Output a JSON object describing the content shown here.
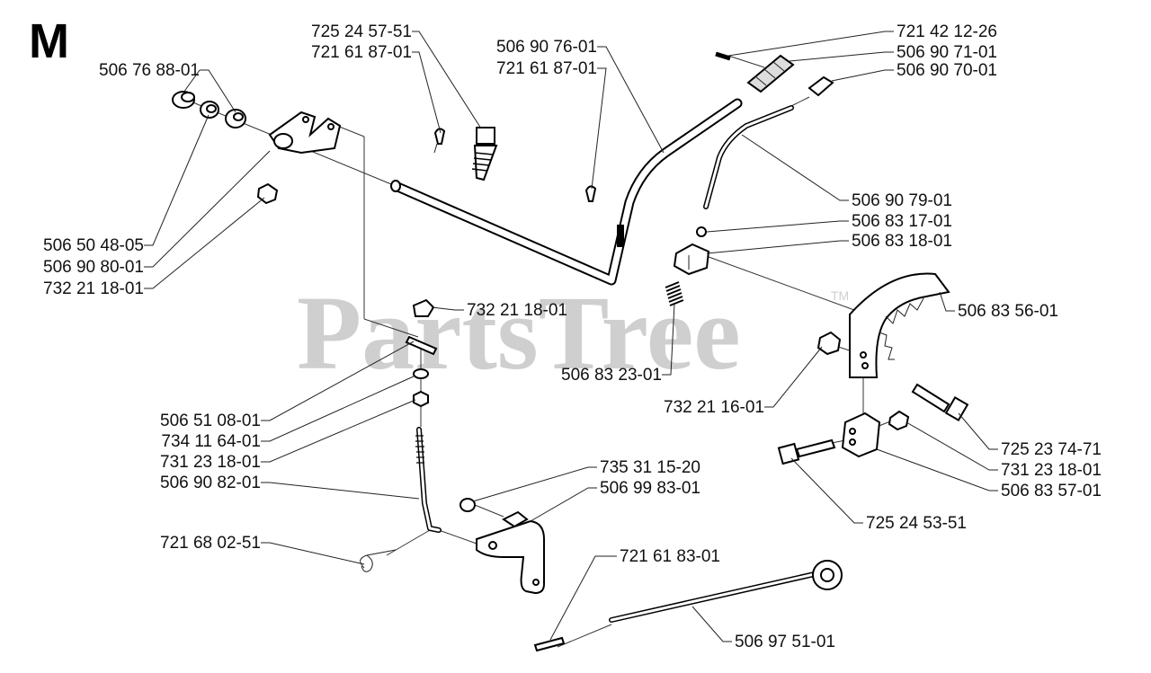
{
  "section_letter": "M",
  "watermark": {
    "text": "PartsTree",
    "trademark": "TM"
  },
  "labels": [
    "725 24 57-51",
    "721 61 87-01",
    "506 76 88-01",
    "506 90 76-01",
    "721 61 87-01",
    "721 42 12-26",
    "506 90 71-01",
    "506 90 70-01",
    "506 90 79-01",
    "506 83 17-01",
    "506 83 18-01",
    "506 83 56-01",
    "506 50 48-05",
    "506 90 80-01",
    "732 21 18-01",
    "732 21 18-01",
    "506 83 23-01",
    "732 21 16-01",
    "506 51 08-01",
    "734 11 64-01",
    "731 23 18-01",
    "506 90 82-01",
    "725 23 74-71",
    "731 23 18-01",
    "506 83 57-01",
    "735 31 15-20",
    "506 99 83-01",
    "725 24 53-51",
    "721 68 02-51",
    "721 61 83-01",
    "506 97 51-01"
  ]
}
